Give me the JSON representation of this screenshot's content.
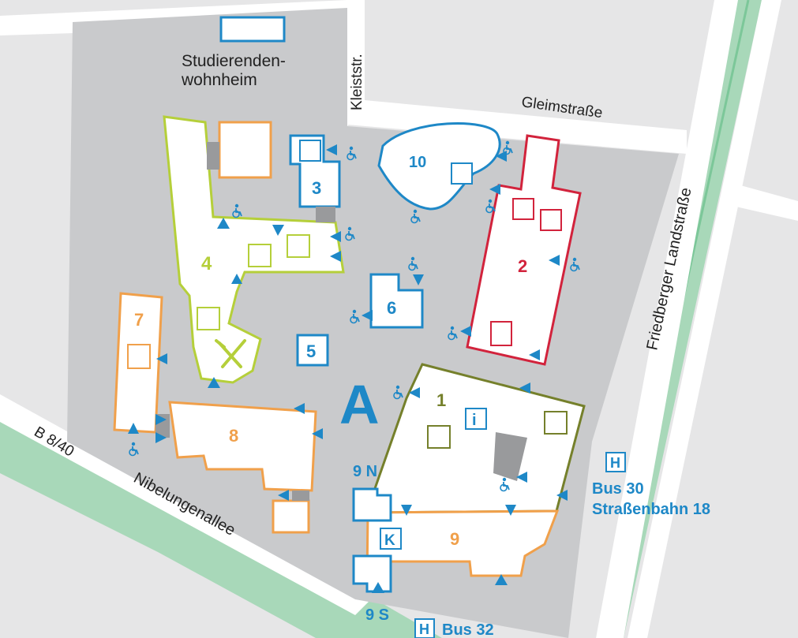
{
  "colors": {
    "background": "#e6e6e7",
    "campus": "#c9cacc",
    "road": "#ffffff",
    "green": "#a8d8b9",
    "green_line": "#7cc799",
    "blue": "#1e88c7",
    "green_building": "#b5cf3a",
    "red": "#d2233c",
    "orange": "#f0a04b",
    "olive": "#75802b"
  },
  "streets": {
    "kleiststr": "Kleiststr.",
    "gleimstrasse": "Gleimstraße",
    "friedberger": "Friedberger Landstraße",
    "b840": "B 8/40",
    "nibelungenallee": "Nibelungenallee"
  },
  "dormitory": {
    "line1": "Studierenden-",
    "line2": "wohnheim"
  },
  "buildings": {
    "b1": "1",
    "b2": "2",
    "b3": "3",
    "b4": "4",
    "b5": "5",
    "b6": "6",
    "b7": "7",
    "b8": "8",
    "b9": "9",
    "b9n": "9 N",
    "b9s": "9 S",
    "b10": "10",
    "a": "A",
    "k": "K",
    "info": "i"
  },
  "transit": {
    "stop_symbol": "H",
    "bus30": "Bus 30",
    "tram18": "Straßenbahn 18",
    "bus32": "Bus 32"
  },
  "icons": {
    "wheelchair": "wheelchair-icon",
    "elevator": "elevator-icon",
    "entrance": "entrance-arrow-icon",
    "cafeteria": "cutlery-icon",
    "info": "info-icon",
    "parking": "parking-icon",
    "bus_stop": "bus-stop-icon"
  }
}
